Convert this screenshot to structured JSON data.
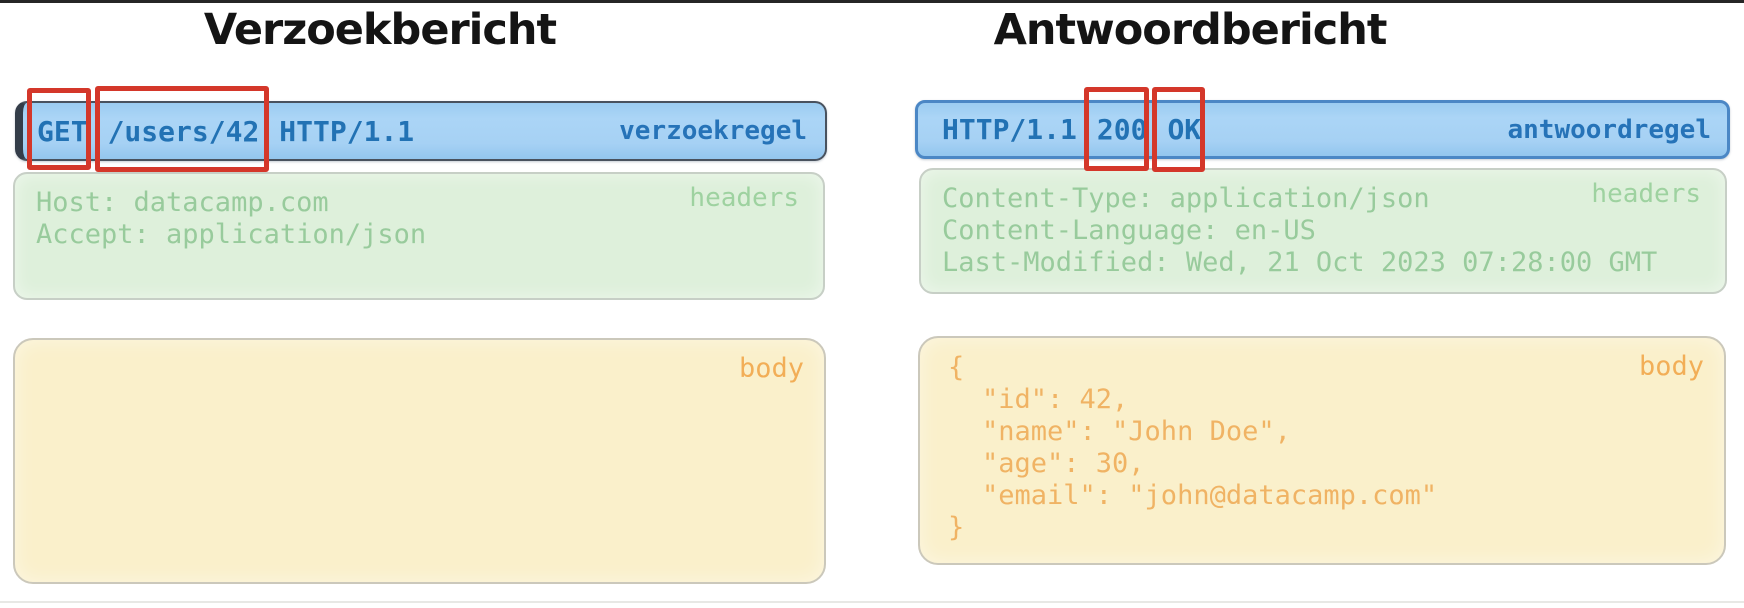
{
  "request_panel": {
    "title": "Verzoekbericht",
    "request_line": {
      "method": "GET",
      "path": "/users/42",
      "version": "HTTP/1.1",
      "label": "verzoekregel"
    },
    "headers": {
      "label": "headers",
      "lines": [
        "Host: datacamp.com",
        "Accept: application/json"
      ]
    },
    "body": {
      "label": "body",
      "content": ""
    }
  },
  "response_panel": {
    "title": "Antwoordbericht",
    "status_line": {
      "version": "HTTP/1.1",
      "status_code": "200",
      "reason_phrase": "OK",
      "label": "antwoordregel"
    },
    "headers": {
      "label": "headers",
      "lines": [
        "Content-Type: application/json",
        "Content-Language: en-US",
        "Last-Modified: Wed, 21 Oct 2023 07:28:00 GMT"
      ]
    },
    "body": {
      "label": "body",
      "json_lines": [
        "{",
        "\"id\": 42,",
        "\"name\": \"John Doe\",",
        "\"age\": 30,",
        "\"email\": \"john@datacamp.com\"",
        "}"
      ]
    }
  },
  "colors": {
    "line_bar_fill": "#a6d1f4",
    "line_bar_text": "#2272b4",
    "headers_fill": "#def0db",
    "headers_text": "#98cb9c",
    "body_fill": "#faf0cb",
    "body_text": "#f0b364",
    "annotation_highlight": "#d4372a",
    "title_text": "#141414"
  }
}
